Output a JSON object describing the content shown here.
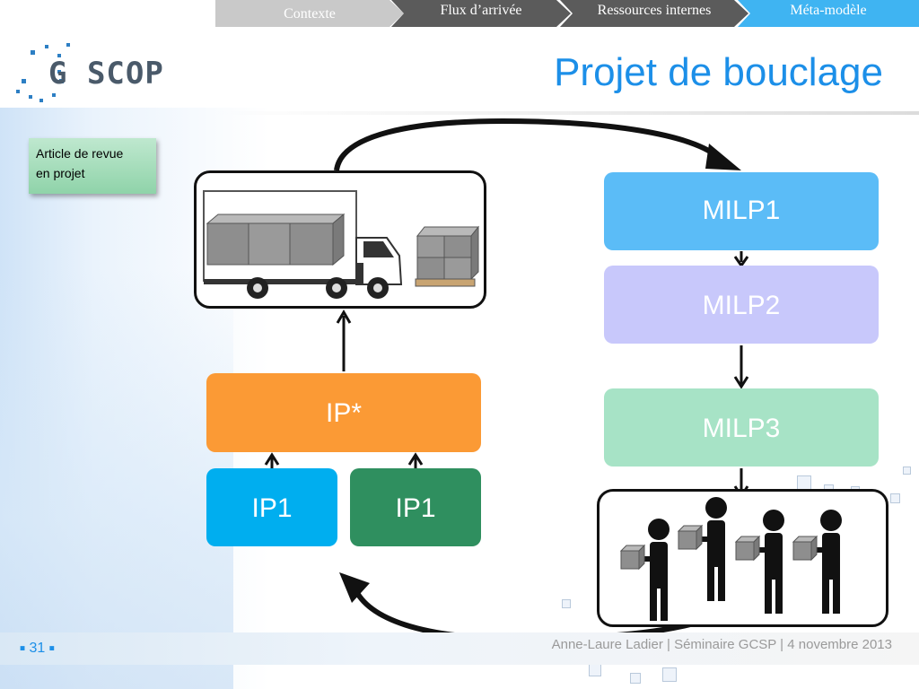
{
  "breadcrumbs": [
    {
      "label": "Contexte"
    },
    {
      "label": "Flux d’arrivée"
    },
    {
      "label": "Ressources internes"
    },
    {
      "label": "Méta-modèle"
    }
  ],
  "logo": {
    "text": "G SCOP"
  },
  "title": "Projet de bouclage",
  "note": {
    "text": "Article de revue\nen projet"
  },
  "boxes": {
    "ip_star": "IP*",
    "ip1_left": "IP1",
    "ip1_right": "IP1",
    "milp1": "MILP1",
    "milp2": "MILP2",
    "milp3": "MILP3"
  },
  "colors": {
    "ip_star": "#fb9a35",
    "ip1_left": "#00aeef",
    "ip1_right": "#2f8f5f",
    "milp1": "#5bbcf7",
    "milp2": "#c8c8fb",
    "milp3": "#a7e3c6",
    "title": "#1c8fe8"
  },
  "footer": {
    "page_number": "31",
    "credit": "Anne-Laure Ladier | Séminaire GCSP | 4 novembre 2013"
  }
}
